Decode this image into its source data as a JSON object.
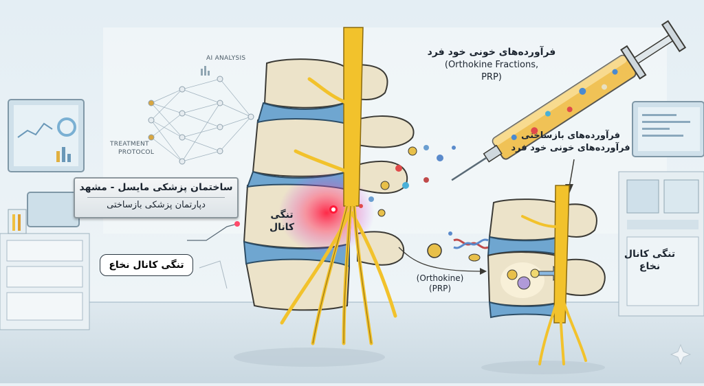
{
  "labels": {
    "ai_analysis": "AI ANALYSIS",
    "treatment_protocol_1": "TREATMENT",
    "treatment_protocol_2": "PROTOCOL",
    "plaque_line1": "ساختمان پزشکی مایسل - مشهد",
    "plaque_line2": "دپارتمان پزشکی بازساختی",
    "narrow_canal_center_1": "تنگی",
    "narrow_canal_center_2": "کانال",
    "spinal_stenosis_left": "تنگی کانال نخاع",
    "syringe_title": "فرآورده‌های خونی خود فرد",
    "syringe_sub1": "(Orthokine Fractions,",
    "syringe_sub2": "PRP)",
    "regen_1": "فرآورده‌های بازساختی",
    "regen_2": "فرآورده‌های خونی خود فرد",
    "orthokine_1": "(Orthokine)",
    "orthokine_2": "(PRP)",
    "spinal_stenosis_right_1": "تنگی کانال",
    "spinal_stenosis_right_2": "نخاع"
  },
  "colors": {
    "background": "#e8f1f6",
    "bone": "#ece3c9",
    "disc": "#6fa6d0",
    "nerve": "#f2c22c",
    "inflammation": "#e8283a",
    "syringe_fluid": "#f0b93a"
  }
}
